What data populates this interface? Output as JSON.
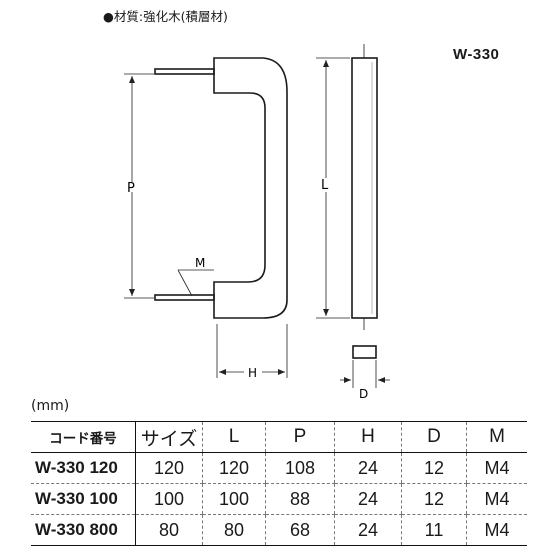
{
  "material_note": "●材質:強化木(積層材)",
  "model_label": "W-330",
  "unit_label": "(mm)",
  "dimension_labels": {
    "p": "P",
    "l": "L",
    "h": "H",
    "d": "D",
    "m": "M"
  },
  "table": {
    "headers": [
      "コード番号",
      "サイズ",
      "L",
      "P",
      "H",
      "D",
      "M"
    ],
    "rows": [
      [
        "W-330 120",
        "120",
        "120",
        "108",
        "24",
        "12",
        "M4"
      ],
      [
        "W-330 100",
        "100",
        "100",
        "88",
        "24",
        "12",
        "M4"
      ],
      [
        "W-330 800",
        "80",
        "80",
        "68",
        "24",
        "11",
        "M4"
      ]
    ]
  }
}
